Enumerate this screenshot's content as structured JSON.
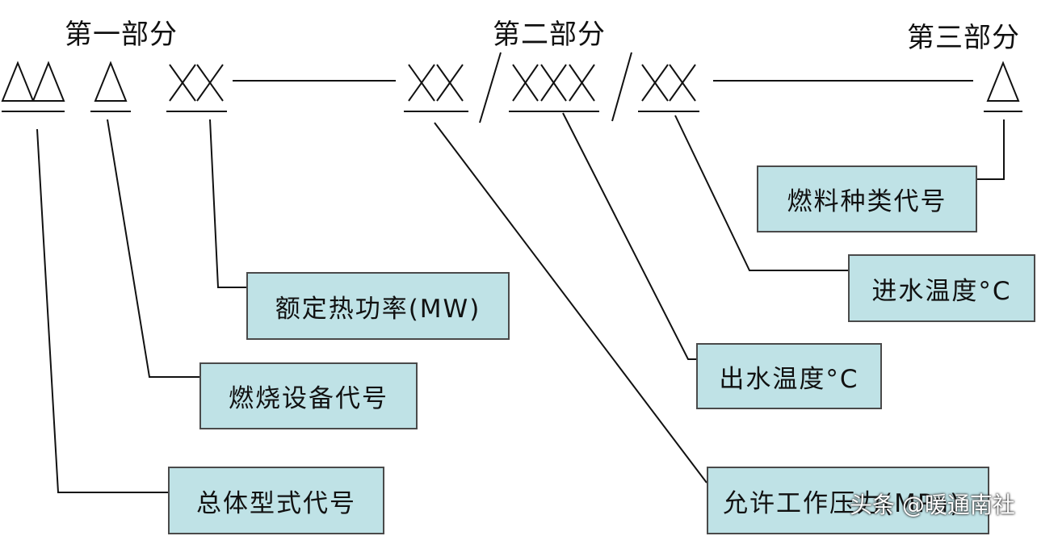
{
  "headers": {
    "part1": "第一部分",
    "part2": "第二部分",
    "part3": "第三部分"
  },
  "code_symbols": {
    "type_code": "ΔΔ",
    "combustion_code": "Δ",
    "power_code": "XX",
    "pressure_code": "XX",
    "outlet_temp_code": "XXX",
    "inlet_temp_code": "XX",
    "fuel_code": "Δ"
  },
  "labels": {
    "rated_power": "额定热功率(MW)",
    "combustion_device": "燃烧设备代号",
    "overall_type": "总体型式代号",
    "fuel_type": "燃料种类代号",
    "inlet_temp": "进水温度°C",
    "outlet_temp": "出水温度°C",
    "working_pressure": "允许工作压力(MPa)"
  },
  "watermark": "头条 @暖通南社",
  "colors": {
    "box_fill": "#bfe2e6",
    "box_border": "#4a4a4a",
    "line": "#111111"
  }
}
